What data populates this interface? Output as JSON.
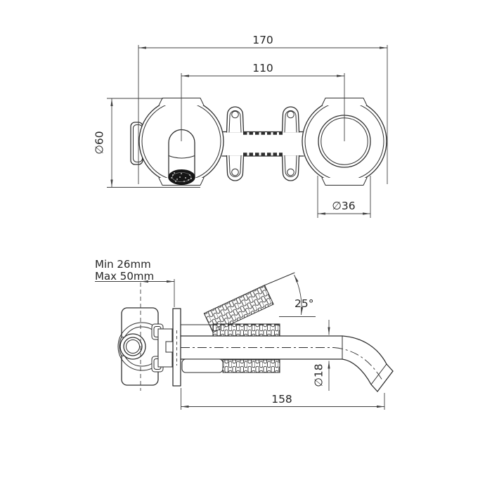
{
  "drawing_type": "technical-dimension-drawing",
  "subject": "wall-mounted basin mixer tap, front view and side view",
  "colors": {
    "background": "#ffffff",
    "line": "#2e2e2e",
    "dim_line": "#404040",
    "text": "#262626",
    "handle_knurl_fill": "#161616"
  },
  "front_view": {
    "overall_width": "170",
    "hole_centers": "110",
    "trim_diameter": "∅60",
    "spout_flange_diameter": "∅36"
  },
  "side_view": {
    "wall_depth_min": "Min 26mm",
    "wall_depth_max": "Max 50mm",
    "handle_angle": "25°",
    "spout_diameter": "∅18",
    "spout_projection": "158"
  }
}
